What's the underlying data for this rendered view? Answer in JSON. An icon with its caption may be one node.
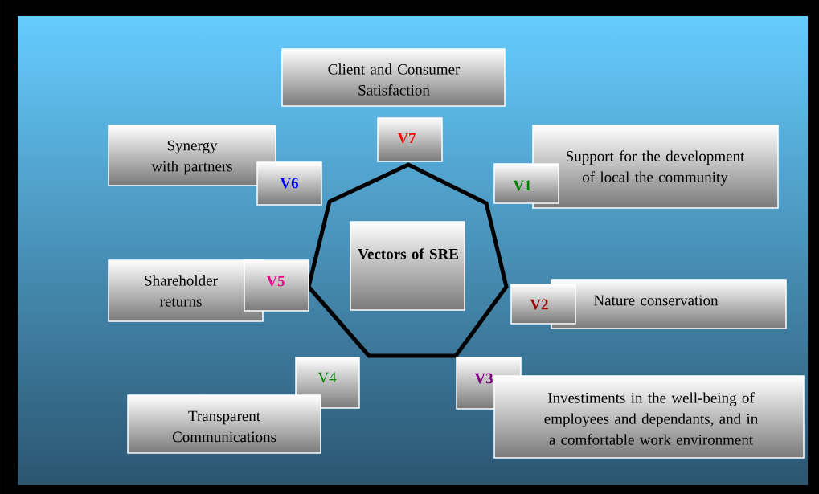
{
  "diagram": {
    "nodes": [
      {
        "text": [
          "Client and Consumer Satisfaction"
        ]
      },
      {
        "text": [
          "V7"
        ]
      },
      {
        "text": [
          "Synergy with partners"
        ]
      },
      {
        "text": [
          "V6"
        ]
      },
      {
        "text": [
          "Support for the development of local the community"
        ]
      },
      {
        "text": [
          "V1"
        ]
      },
      {
        "text": [
          "Vectors of SRE"
        ]
      },
      {
        "text": [
          "Shareholder returns"
        ]
      },
      {
        "text": [
          "V5"
        ]
      },
      {
        "text": [
          "Nature conservation"
        ]
      },
      {
        "text": [
          "V2"
        ]
      },
      {
        "text": [
          "V4"
        ]
      },
      {
        "text": [
          "V3"
        ]
      },
      {
        "text": [
          "Transparent Communications"
        ]
      },
      {
        "text": [
          "Investiments in the well-being of employees and dependants, and in a comfortable work environment"
        ]
      }
    ]
  }
}
